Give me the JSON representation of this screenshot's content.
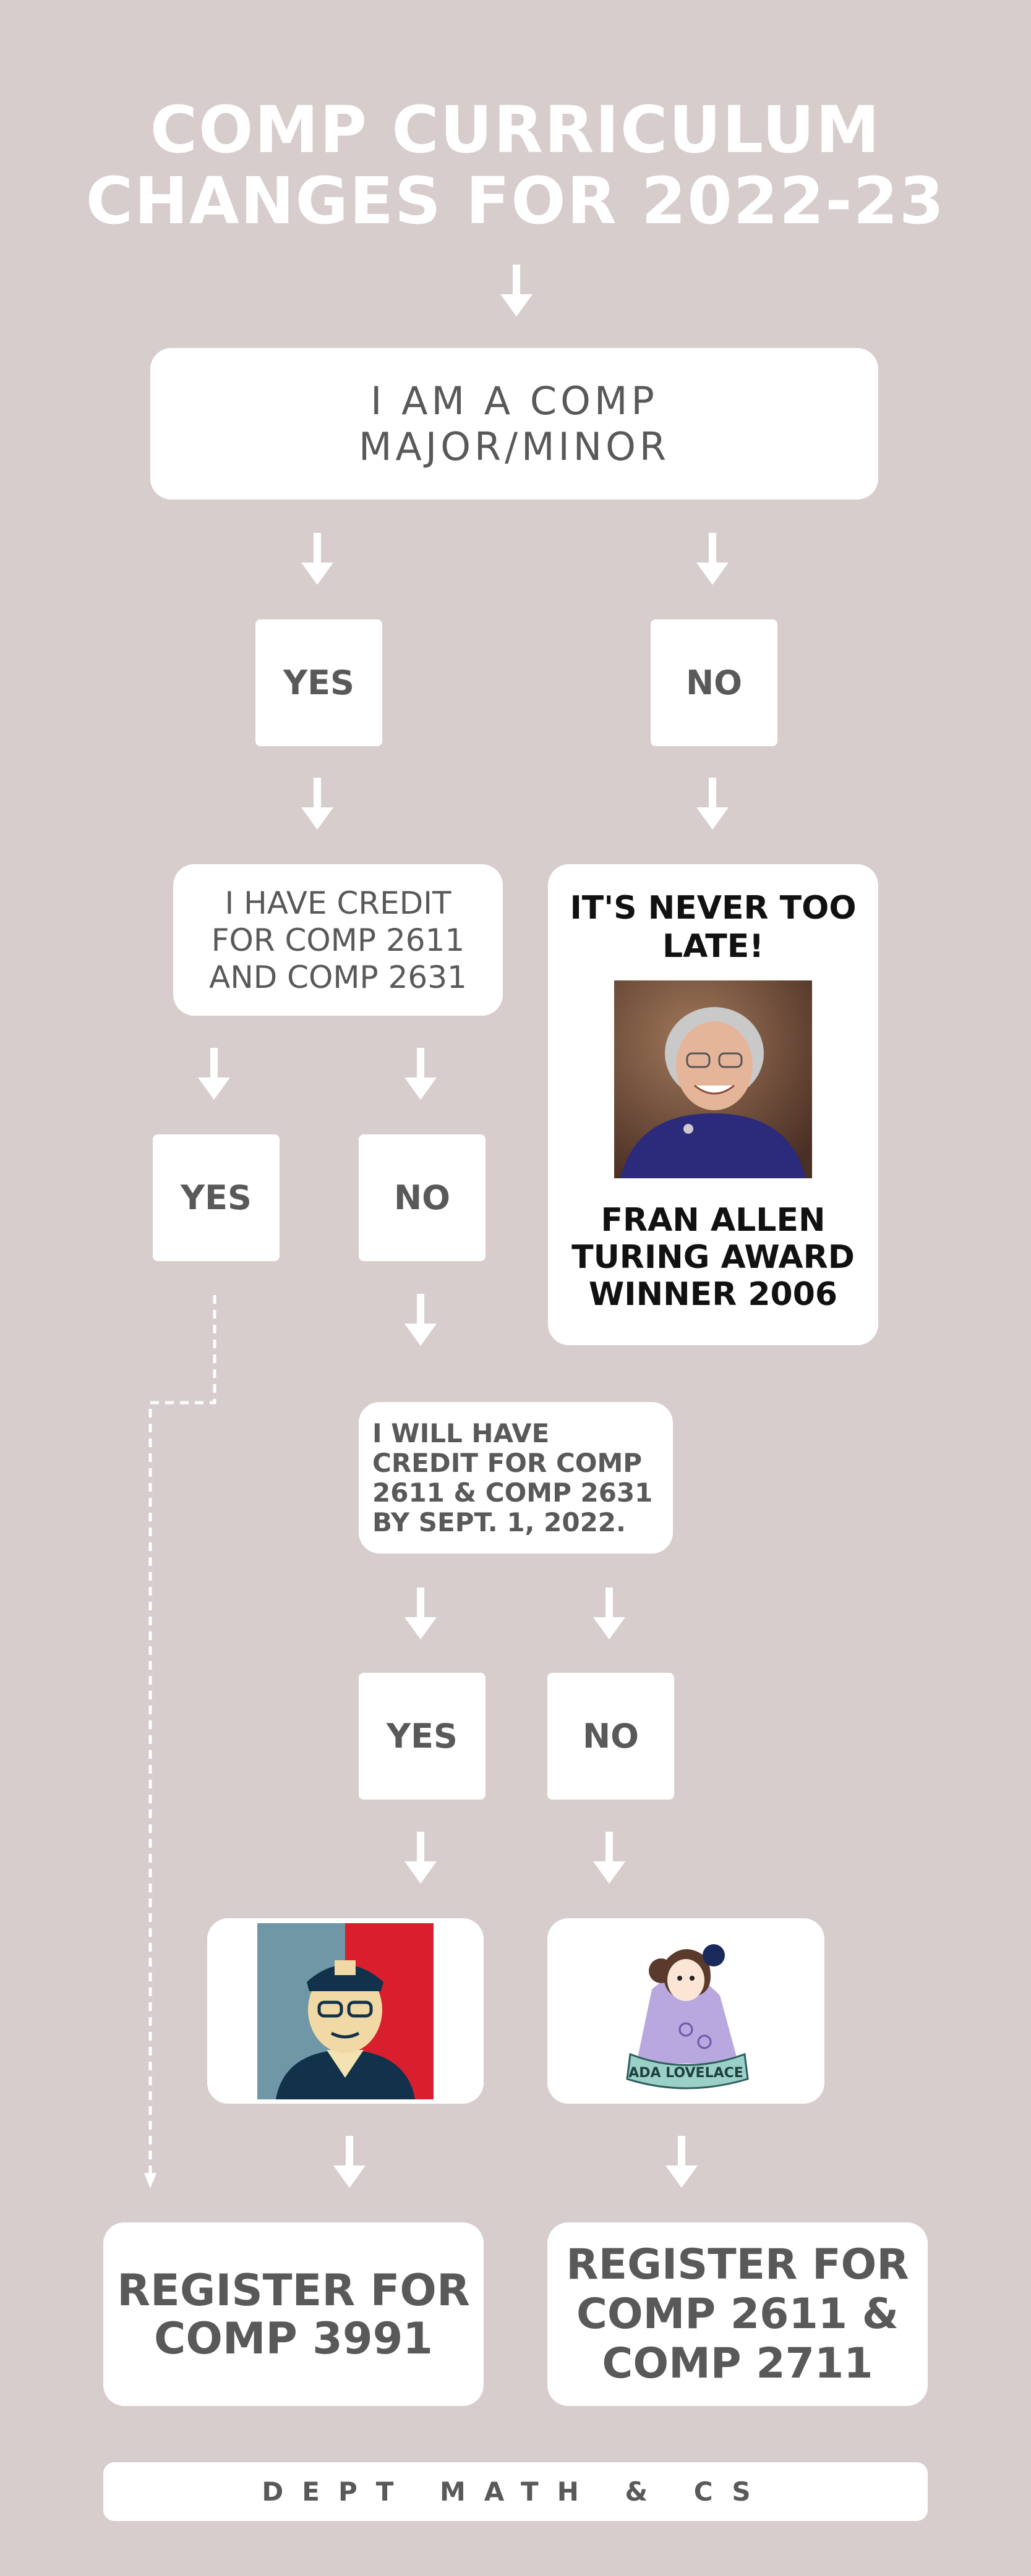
{
  "title": {
    "line1": "COMP CURRICULUM",
    "line2": "CHANGES  FOR 2022-23"
  },
  "q_major": {
    "line1": "I AM A COMP",
    "line2": "MAJOR/MINOR"
  },
  "q_major_yes": "YES",
  "q_major_no": "NO",
  "q_credit": {
    "line1": "I HAVE CREDIT",
    "line2": "FOR COMP 2611",
    "line3": "AND COMP 2631"
  },
  "q_credit_yes": "YES",
  "q_credit_no": "NO",
  "never_late": {
    "heading_line1": "IT'S NEVER TOO",
    "heading_line2": "LATE!",
    "caption_line1": "FRAN ALLEN",
    "caption_line2": "TURING AWARD",
    "caption_line3": "WINNER  2006"
  },
  "q_will_have": {
    "line1": "I WILL HAVE",
    "line2": "CREDIT FOR COMP",
    "line3": "2611 & COMP 2631",
    "line4": "BY SEPT. 1, 2022."
  },
  "q_will_have_yes": "YES",
  "q_will_have_no": "NO",
  "ada_banner": "ADA LOVELACE",
  "result_left": {
    "line1": "REGISTER FOR",
    "line2": "COMP 3991"
  },
  "result_right": {
    "line1": "REGISTER FOR",
    "line2": "COMP 2611  &",
    "line3": "COMP 2711"
  },
  "footer": "DEPT MATH & CS",
  "colors": {
    "background": "#d8cdcd",
    "card": "#ffffff",
    "text": "#595959"
  }
}
